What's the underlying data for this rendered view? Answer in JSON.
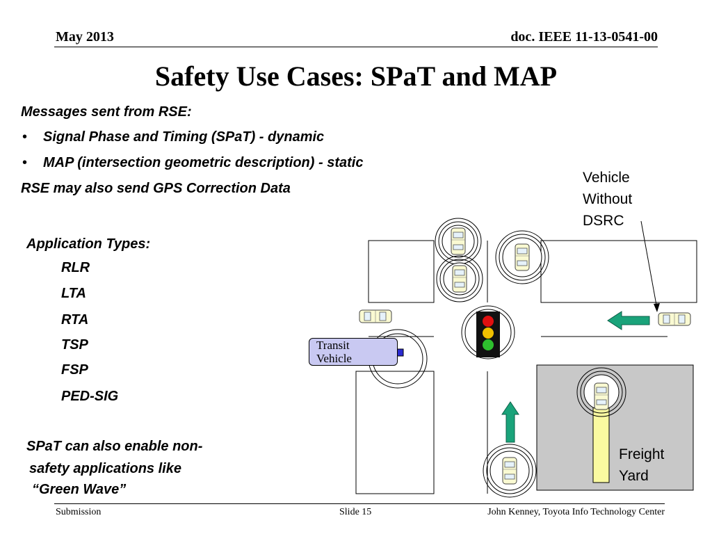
{
  "header": {
    "date": "May 2013",
    "doc": "doc. IEEE 11-13-0541-00"
  },
  "title": "Safety Use Cases: SPaT and MAP",
  "messages": {
    "heading": "Messages sent from RSE:",
    "bullet_char": "•",
    "bullets": [
      "Signal Phase and Timing (SPaT) - dynamic",
      "MAP (intersection geometric description)  - static"
    ],
    "gps_note": "RSE may also send GPS Correction Data"
  },
  "app_types": {
    "heading": "Application Types:",
    "items": [
      "RLR",
      "LTA",
      "RTA",
      "TSP",
      "FSP",
      "PED-SIG"
    ]
  },
  "green_wave": {
    "line1": "SPaT can also enable non-",
    "line2": "safety applications like",
    "line3": "“Green Wave”"
  },
  "diagram": {
    "vehicle_label": {
      "line1": "Vehicle",
      "line2": "Without",
      "line3": "DSRC"
    },
    "transit_label": {
      "line1": "Transit",
      "line2": "Vehicle"
    },
    "freight_label": {
      "line1": "Freight",
      "line2": "Yard"
    },
    "colors": {
      "red_light": "#e01010",
      "yellow_light": "#f0c000",
      "green_light": "#2ec02e",
      "arrow": "#1aa37a",
      "freight_yard": "#c8c8c8",
      "truck": "#fafaa0",
      "car": "#fafad2",
      "transit": "#c9c9f2"
    }
  },
  "footer": {
    "left": "Submission",
    "center": "Slide 15",
    "right": "John Kenney, Toyota Info Technology Center"
  }
}
